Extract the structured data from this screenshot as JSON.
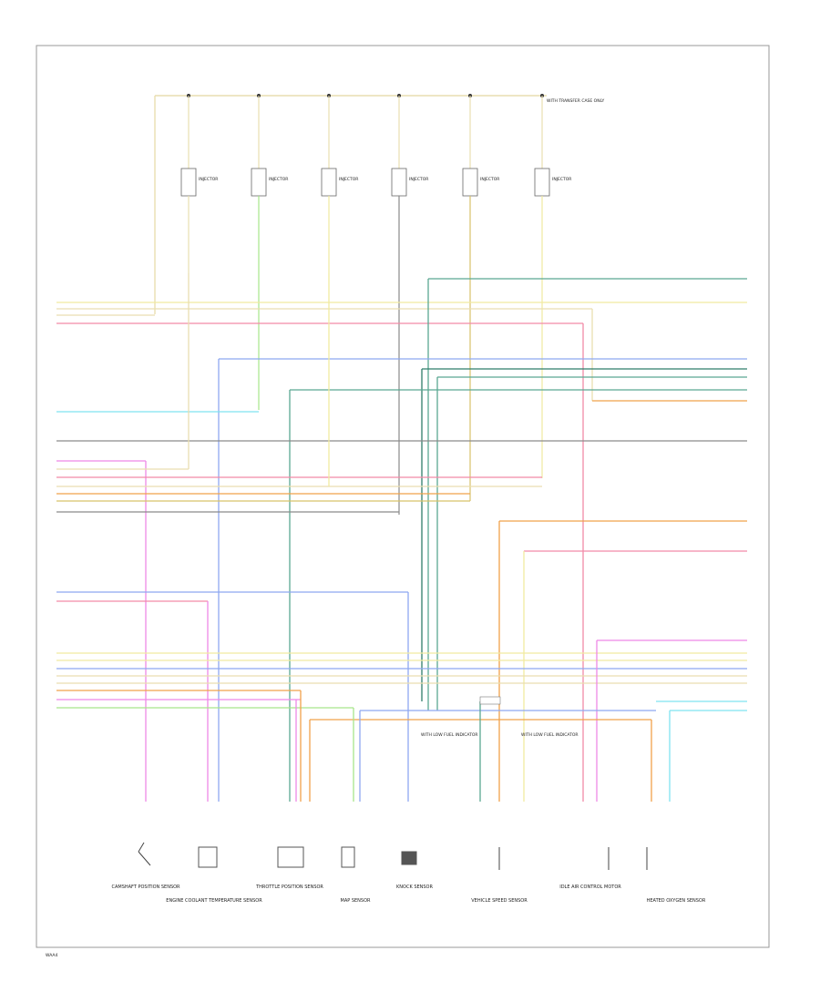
{
  "page": {
    "footer_code": "WAA4"
  },
  "wire_colors": {
    "tan": "#e9deb0",
    "yellow_pale": "#f1eaa0",
    "pink": "#f28aa8",
    "teal": "#5aa892",
    "dark_green": "#2f7d6a",
    "cyan": "#7fe3f0",
    "gray": "#8a8a8a",
    "magenta": "#ee88e6",
    "orange": "#f0a24a",
    "blue": "#8ea8f0",
    "lime": "#a7e58a",
    "brown_yellow": "#d8c26a"
  },
  "labels": {
    "splice_note": "WITH TRANSFER CASE ONLY",
    "injector_label": "INJECTOR",
    "left_splice_note": "WITH LOW FUEL INDICATOR",
    "center_splice_note": "WITH LOW FUEL INDICATOR"
  },
  "components": [
    {
      "name": "CAMSHAFT POSITION SENSOR"
    },
    {
      "name": "ENGINE COOLANT TEMPERATURE SENSOR"
    },
    {
      "name": "THROTTLE POSITION SENSOR"
    },
    {
      "name": "MAP SENSOR"
    },
    {
      "name": "KNOCK SENSOR"
    },
    {
      "name": "VEHICLE SPEED SENSOR"
    },
    {
      "name": "IDLE AIR CONTROL MOTOR"
    },
    {
      "name": "HEATED OXYGEN SENSOR"
    }
  ]
}
